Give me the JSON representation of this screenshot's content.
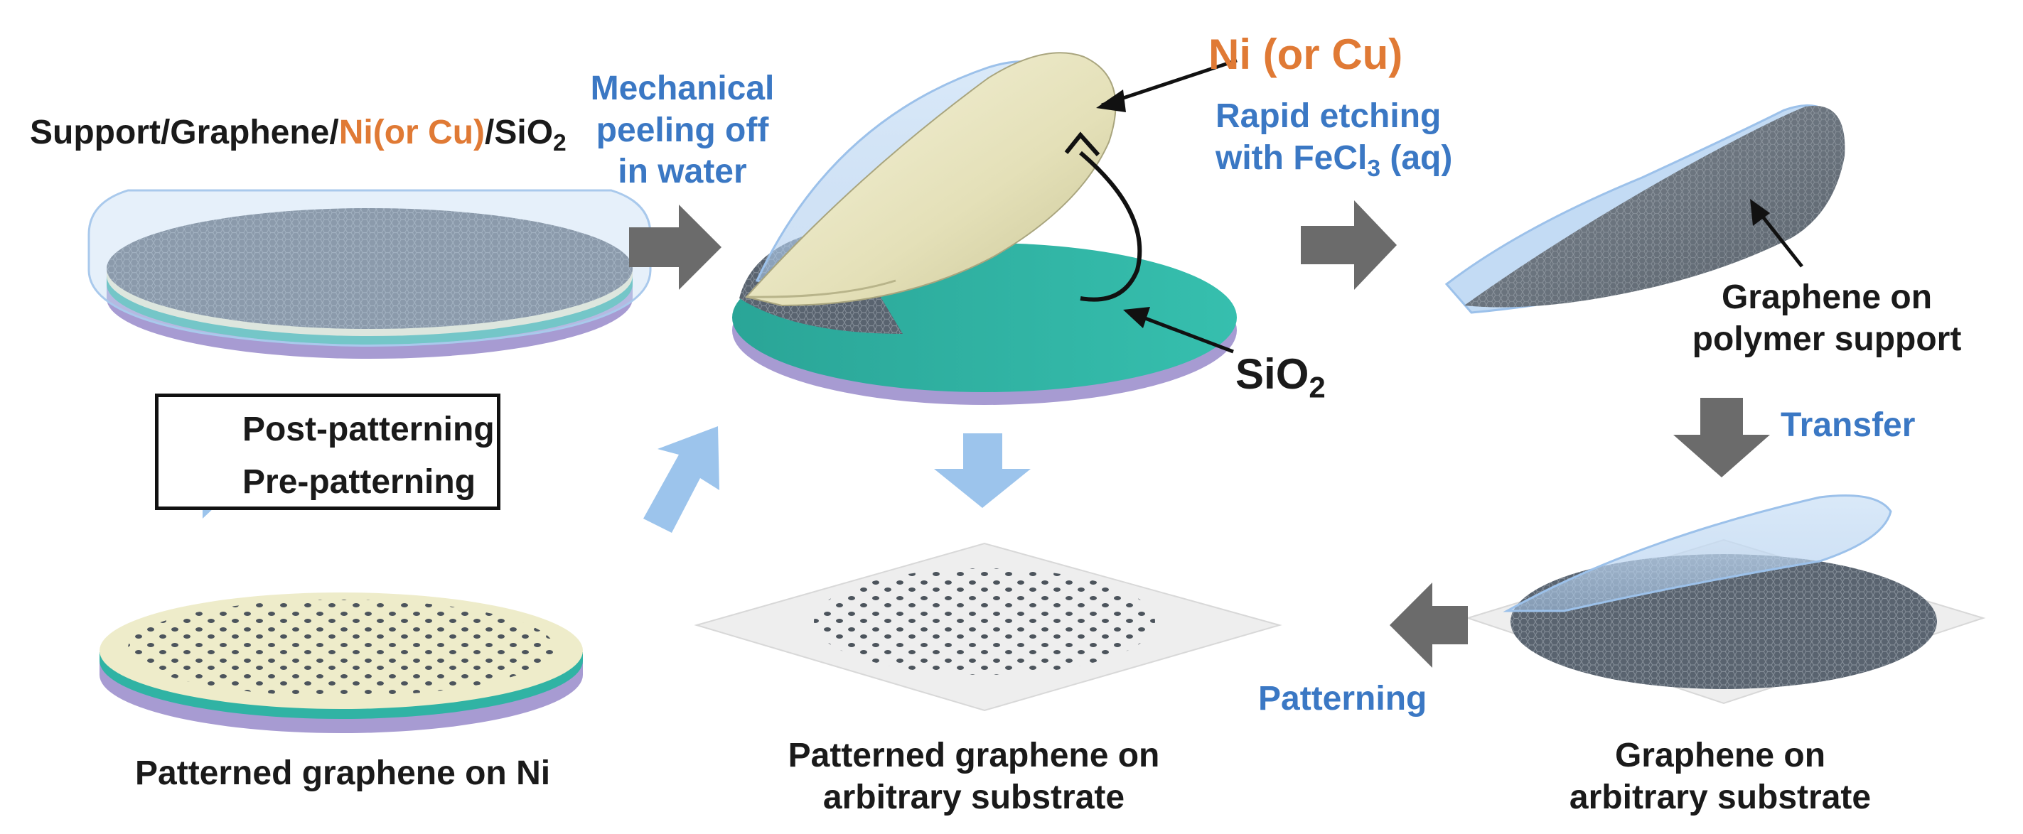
{
  "labels": {
    "stack_prefix": "Support/Graphene/",
    "stack_metal": "Ni(or Cu)",
    "stack_suffix": "/SiO",
    "stack_sub": "2",
    "peel_line1": "Mechanical",
    "peel_line2": "peeling off",
    "peel_line3": "in water",
    "ni_callout": "Ni (or Cu)",
    "sio2_callout": "SiO",
    "sio2_sub": "2",
    "etch_line1": "Rapid etching",
    "etch_line2": "with FeCl",
    "etch_sub": "3",
    "etch_line2_end": " (aq)",
    "graphene_polymer_line1": "Graphene on",
    "graphene_polymer_line2": "polymer support",
    "transfer": "Transfer",
    "patterning": "Patterning",
    "graphene_arbitrary_line1": "Graphene on",
    "graphene_arbitrary_line2": "arbitrary substrate",
    "patterned_arbitrary_line1": "Patterned graphene on",
    "patterned_arbitrary_line2": "arbitrary substrate",
    "patterned_ni_prefix": "Patterned graphene on ",
    "patterned_ni_bold": "Ni"
  },
  "legend": {
    "post": "Post-patterning",
    "pre": "Pre-patterning"
  },
  "colors": {
    "text_dark": "#1a1a1a",
    "text_blue": "#3b78c4",
    "text_orange": "#e07a35",
    "graphene": "#5a6470",
    "nickel": "#eeeccc",
    "sio2": "#2fb3a3",
    "silicon": "#a59ad0",
    "polymer": "#bcd6f2",
    "post_arrow": "#6b6b6b",
    "pre_arrow": "#9cc4ec",
    "substrate": "#eeeeee"
  }
}
